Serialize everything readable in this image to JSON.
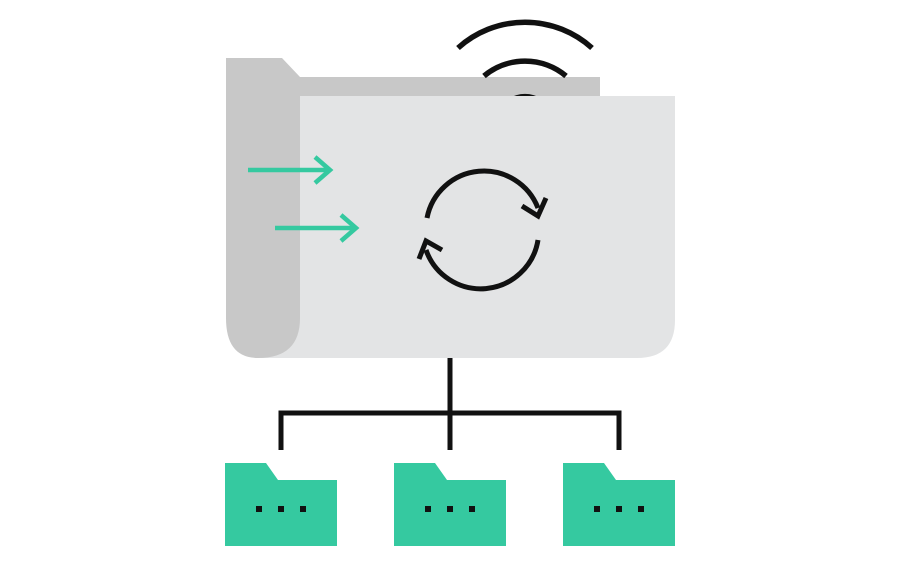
{
  "illustration": {
    "subject": "cloud-folder-sync",
    "palette": {
      "background": "#ffffff",
      "folder_back": "#c8c8c8",
      "folder_front": "#e3e4e5",
      "line": "#111111",
      "accent": "#35c9a0"
    },
    "icons": {
      "wifi": "wifi-signal-icon",
      "sync": "sync-arrows-icon",
      "transfer": "arrow-right-icon",
      "subfolder": "folder-icon"
    },
    "incoming_arrows": 2,
    "subfolders": 3
  }
}
